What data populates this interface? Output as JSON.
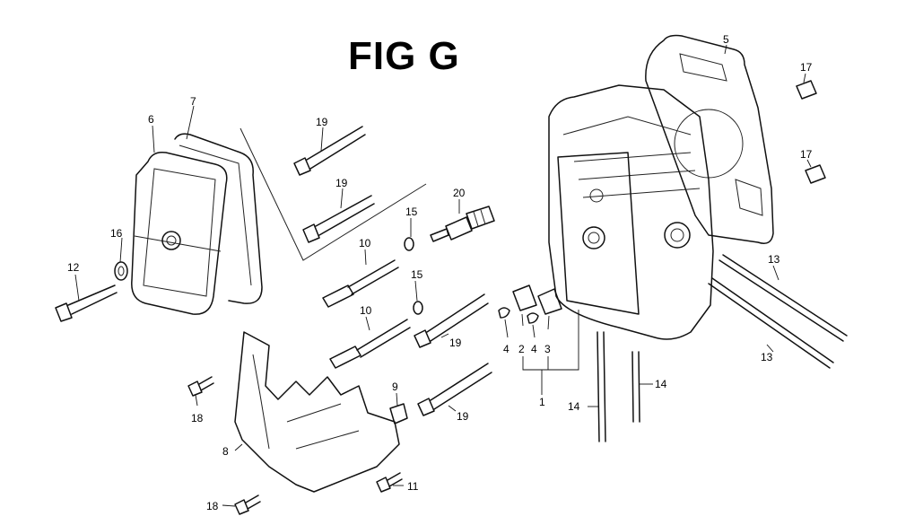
{
  "figure": {
    "title": "FIG G"
  },
  "callouts": {
    "c1": "1",
    "c2": "2",
    "c3": "3",
    "c4a": "4",
    "c4b": "4",
    "c5": "5",
    "c6": "6",
    "c7": "7",
    "c8": "8",
    "c9": "9",
    "c10a": "10",
    "c10b": "10",
    "c11": "11",
    "c12": "12",
    "c13a": "13",
    "c13b": "13",
    "c14a": "14",
    "c14b": "14",
    "c15a": "15",
    "c15b": "15",
    "c16": "16",
    "c17a": "17",
    "c17b": "17",
    "c18a": "18",
    "c18b": "18",
    "c19a": "19",
    "c19b": "19",
    "c19c": "19",
    "c19d": "19",
    "c20": "20"
  }
}
